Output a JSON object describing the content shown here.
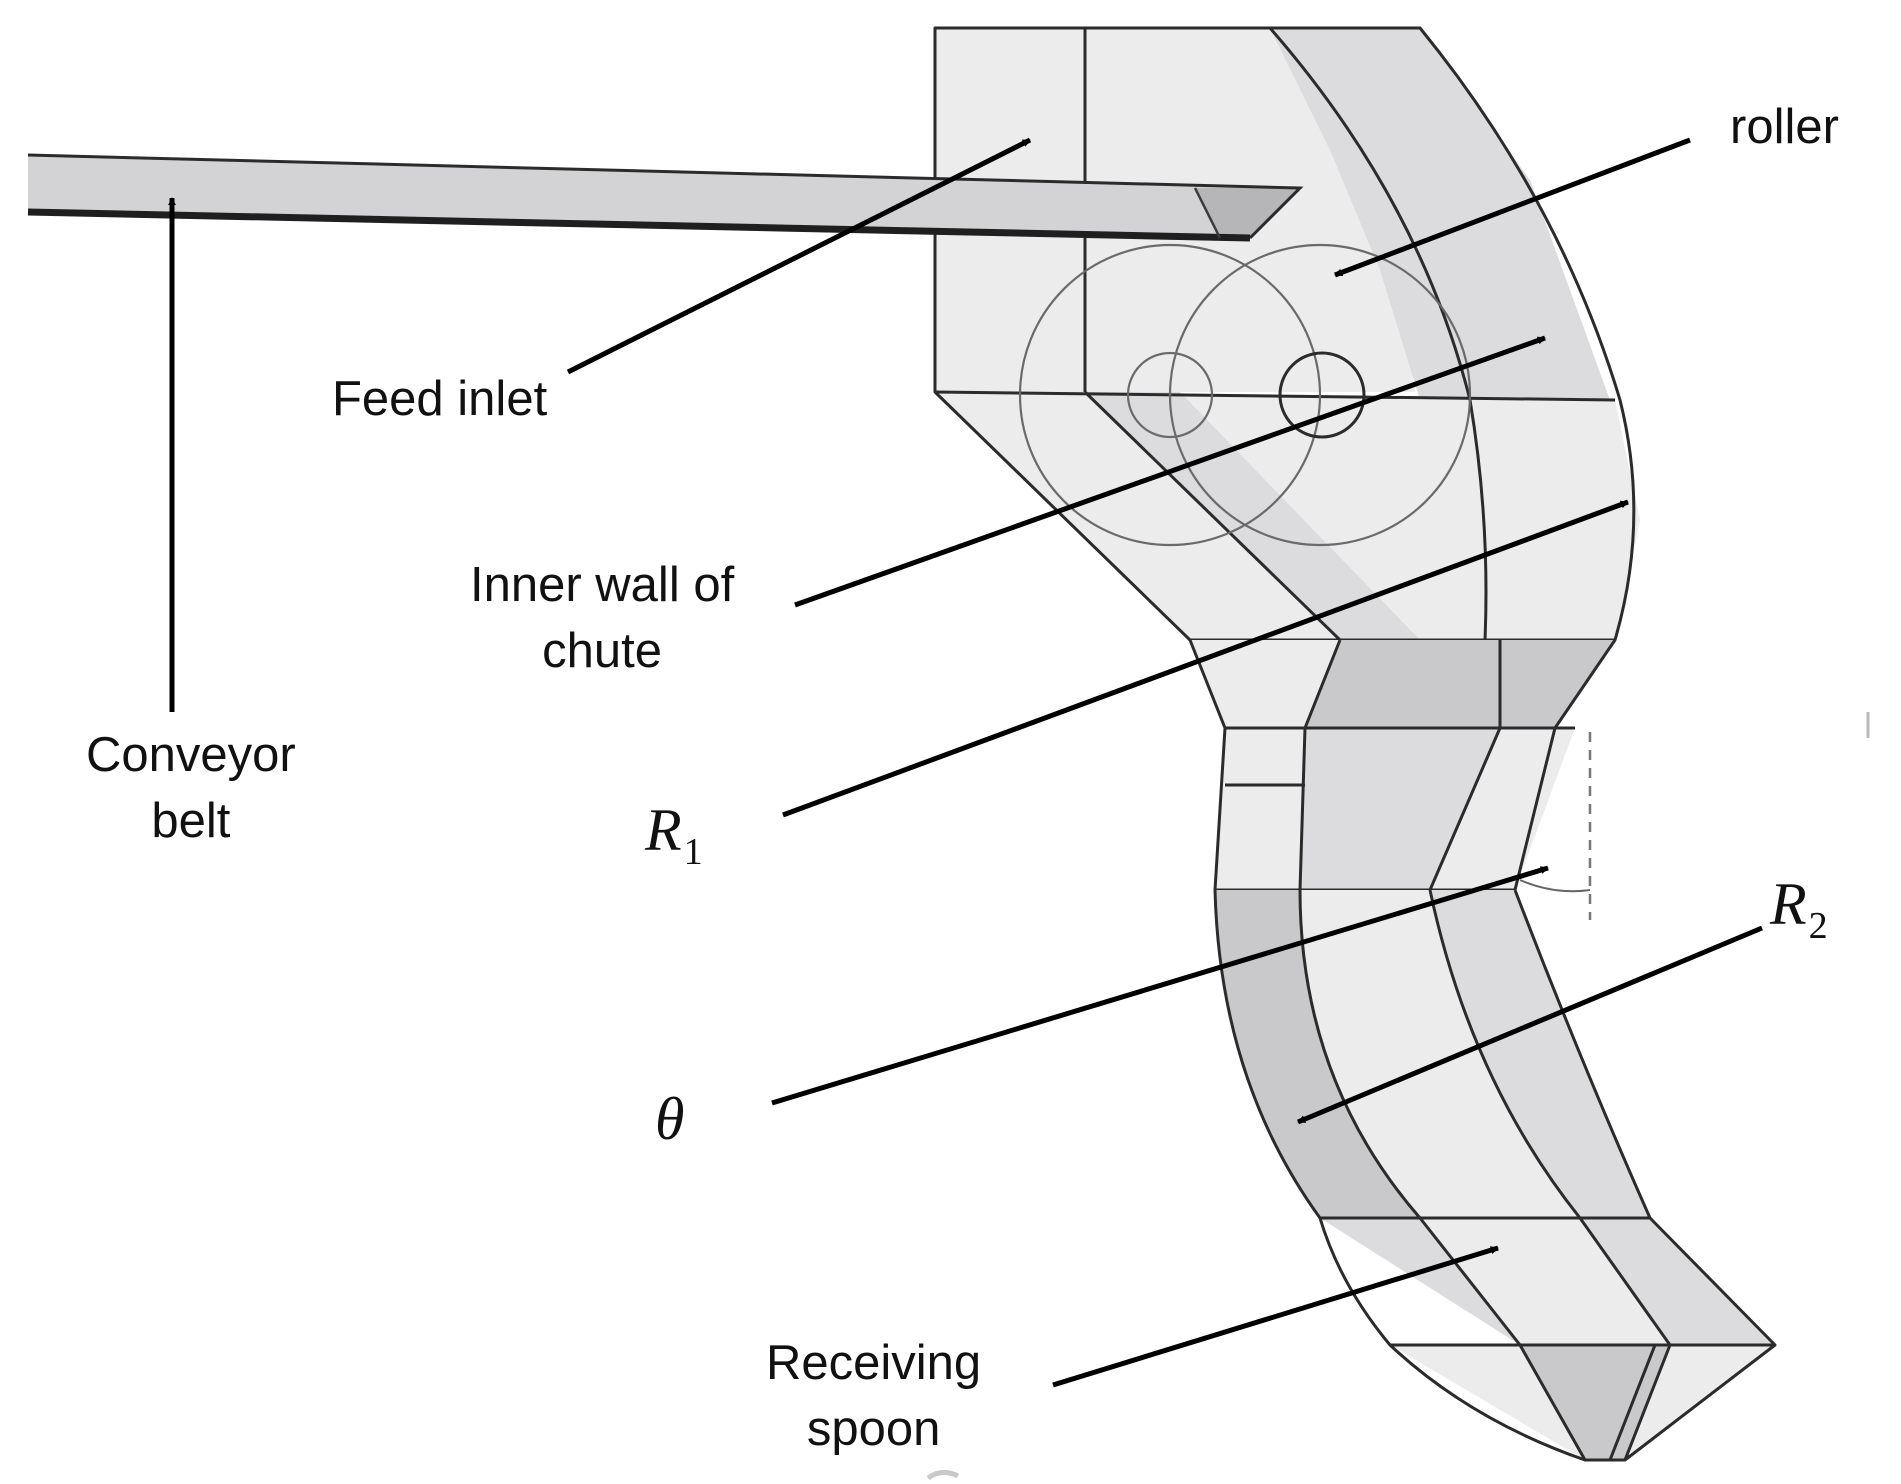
{
  "labels": {
    "feed_inlet": "Feed inlet",
    "roller": "roller",
    "inner_wall_line1": "Inner wall of",
    "inner_wall_line2": "chute",
    "conveyor_line1": "Conveyor",
    "conveyor_line2": "belt",
    "r1_symbol": "R",
    "r1_sub": "1",
    "r2_symbol": "R",
    "r2_sub": "2",
    "theta_symbol": "θ",
    "receiving_line1": "Receiving",
    "receiving_line2": "spoon"
  },
  "colors": {
    "face_light": "#ececed",
    "face_mid": "#dcdcde",
    "face_dark": "#c9c9cb",
    "edge": "#2b2b2b",
    "arrow": "#000000"
  }
}
